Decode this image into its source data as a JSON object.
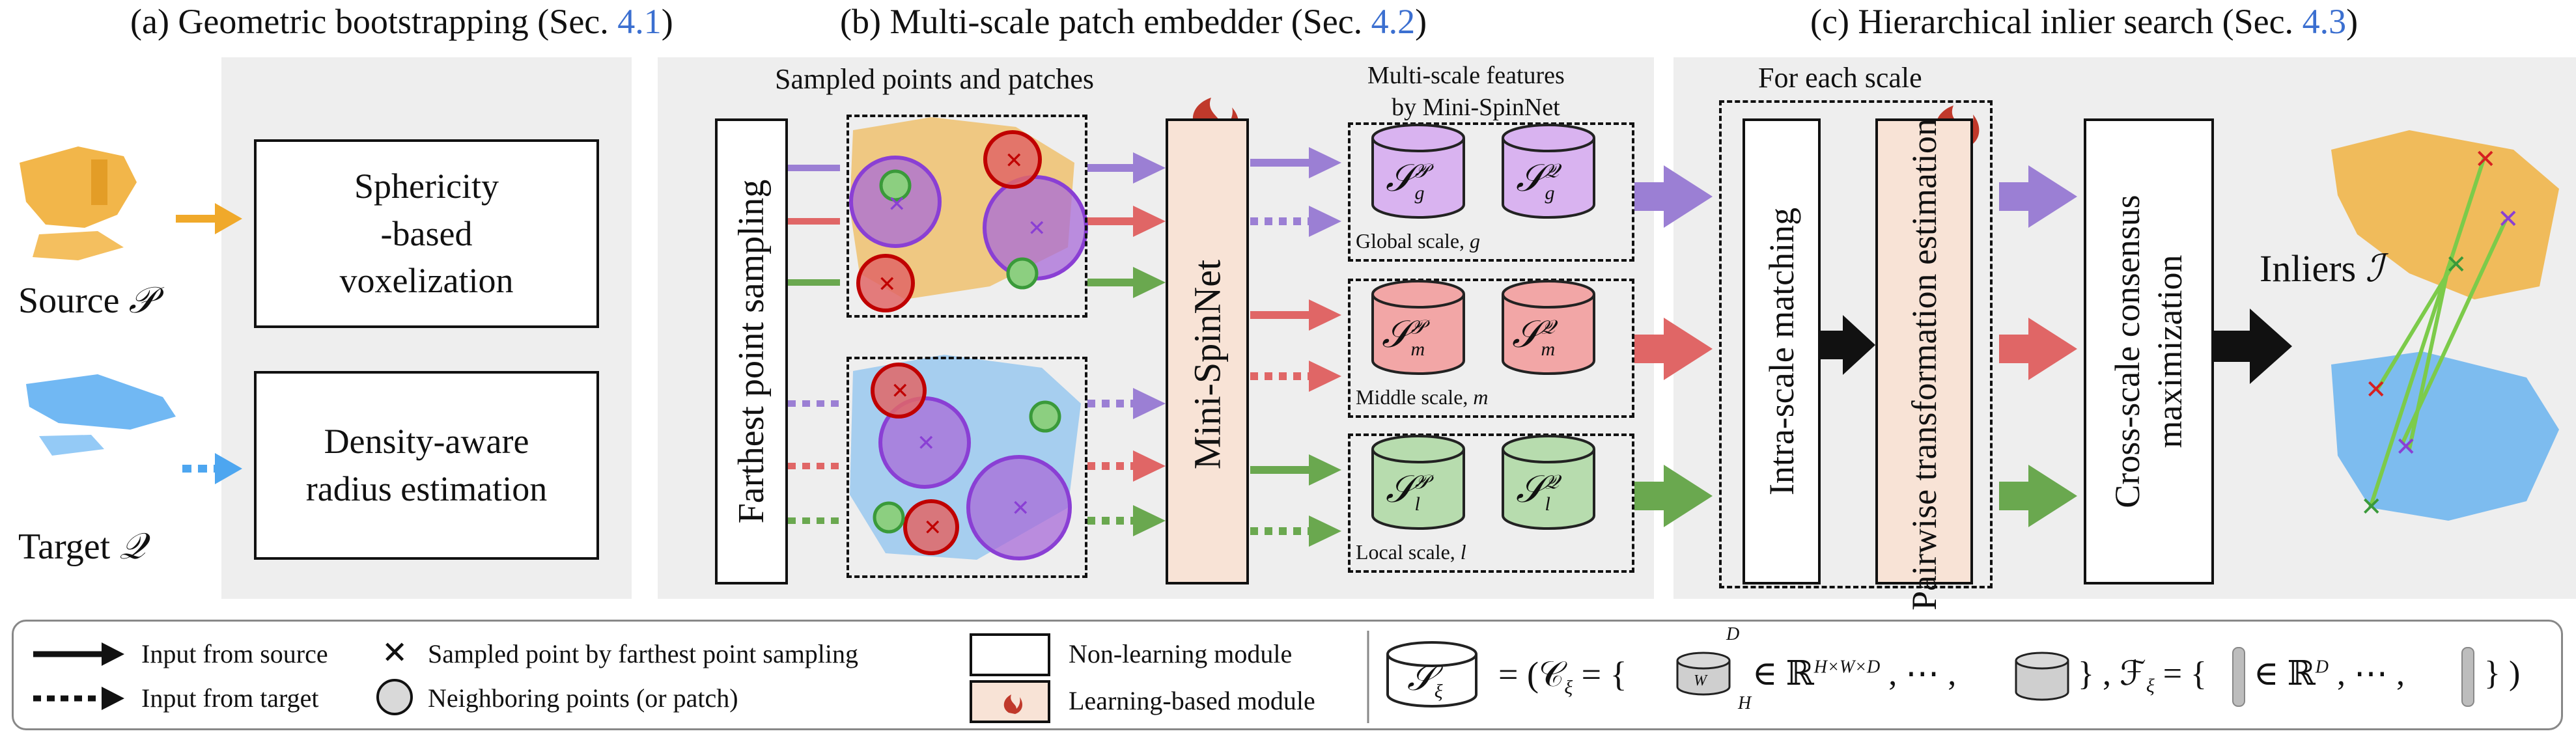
{
  "sections": {
    "a": {
      "prefix": "(a) Geometric bootstrapping (Sec. ",
      "ref": "4.1",
      "suffix": ")"
    },
    "b": {
      "prefix": "(b) Multi-scale patch embedder (Sec. ",
      "ref": "4.2",
      "suffix": ")"
    },
    "c": {
      "prefix": "(c) Hierarchical inlier search (Sec. ",
      "ref": "4.3",
      "suffix": ")"
    }
  },
  "left_labels": {
    "source": "Source",
    "source_sym": "𝒫",
    "target": "Target",
    "target_sym": "𝒬"
  },
  "bootstrap": {
    "sphericity": [
      "Sphericity",
      "-based",
      "voxelization"
    ],
    "density": [
      "Density-aware",
      "radius estimation"
    ]
  },
  "embedder": {
    "sampled_title": "Sampled points and patches",
    "fps": "Farthest point sampling",
    "minispinnet": "Mini-SpinNet",
    "features_title": [
      "Multi-scale features",
      "by Mini-SpinNet"
    ],
    "scales": [
      {
        "caption": "Global scale,",
        "var": "g",
        "p": "𝒮",
        "sup_p": "𝒫",
        "sup_q": "𝒬",
        "sub": "g",
        "fill": "#d9b3f0"
      },
      {
        "caption": "Middle scale,",
        "var": "m",
        "p": "𝒮",
        "sup_p": "𝒫",
        "sup_q": "𝒬",
        "sub": "m",
        "fill": "#f2a6a6"
      },
      {
        "caption": "Local scale,",
        "var": "l",
        "p": "𝒮",
        "sup_p": "𝒫",
        "sup_q": "𝒬",
        "sub": "l",
        "fill": "#b7dcae"
      }
    ]
  },
  "search": {
    "for_each": "For each scale",
    "intra": "Intra-scale matching",
    "pairwise": "Pairwise transformation estimation",
    "cross": [
      "Cross-scale consensus",
      "maximization"
    ],
    "inliers": "Inliers",
    "inliers_sym": "ℐ"
  },
  "legend": {
    "solid": "Input from source",
    "dotted": "Input from target",
    "cross": "Sampled point by farthest point sampling",
    "circle": "Neighboring points (or patch)",
    "nonlearn": "Non-learning module",
    "learn": "Learning-based module",
    "formula_S": "𝒮",
    "formula_sub": "ξ",
    "formula_eq": "= (𝒞",
    "formula_c1": "= {",
    "formula_in1": "∈ ℝ",
    "formula_sup1": "H×W×D",
    "formula_dots1": ", ⋯ ,",
    "formula_close1": "} , ℱ",
    "formula_f_sub": "ξ",
    "formula_f_eq": "= {",
    "formula_in2": "∈ ℝ",
    "formula_sup2": "D",
    "formula_dots2": ", ⋯ ,",
    "formula_end": "} )",
    "dim_D": "D",
    "dim_W": "W",
    "dim_H": "H"
  },
  "colors": {
    "purple": "#9b7fd4",
    "red": "#e06666",
    "green": "#6aa84f",
    "orange": "#f0a92a",
    "blue": "#4da6f0",
    "learn": "#f8e3d6"
  }
}
